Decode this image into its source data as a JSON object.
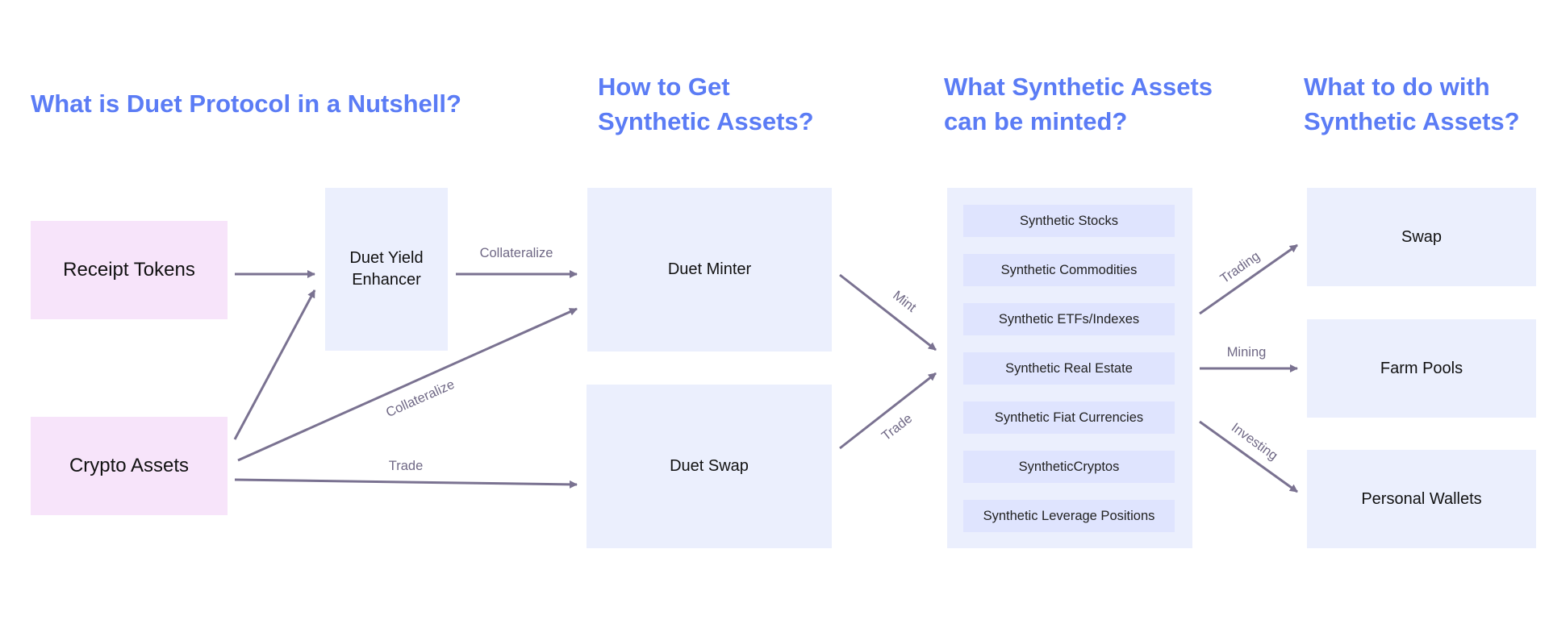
{
  "headings": {
    "nutshell": "What is Duet Protocol in a Nutshell?",
    "get_line1": "How to Get",
    "get_line2": "Synthetic Assets?",
    "minted_line1": "What Synthetic Assets",
    "minted_line2": "can be minted?",
    "todo_line1": "What to do with",
    "todo_line2": "Synthetic Assets?"
  },
  "boxes": {
    "receipt_tokens": "Receipt Tokens",
    "crypto_assets": "Crypto Assets",
    "yield_enhancer_line1": "Duet Yield",
    "yield_enhancer_line2": "Enhancer",
    "duet_minter": "Duet Minter",
    "duet_swap": "Duet Swap"
  },
  "synthetic_assets": [
    "Synthetic Stocks",
    "Synthetic Commodities",
    "Synthetic ETFs/Indexes",
    "Synthetic Real Estate",
    "Synthetic Fiat Currencies",
    "SyntheticCryptos",
    "Synthetic Leverage Positions"
  ],
  "uses": {
    "swap": "Swap",
    "farm_pools": "Farm Pools",
    "personal_wallets": "Personal Wallets"
  },
  "edge_labels": {
    "collateralize_top": "Collateralize",
    "collateralize_diag": "Collateralize",
    "trade_left": "Trade",
    "mint": "Mint",
    "trade_right": "Trade",
    "trading": "Trading",
    "mining": "Mining",
    "investing": "Investing"
  },
  "colors": {
    "heading": "#5b7cf5",
    "pink_box": "#f7e4fa",
    "blue_box": "#ebeffd",
    "list_item": "#dfe4fe",
    "arrow": "#7a7291"
  }
}
